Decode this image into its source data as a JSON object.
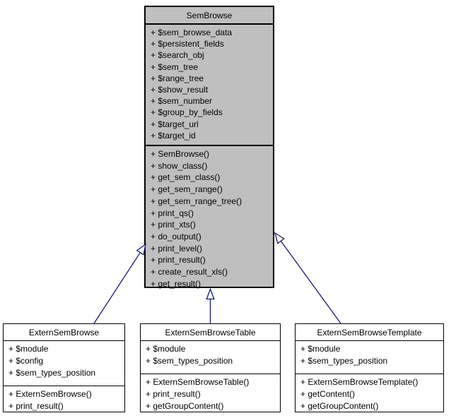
{
  "diagram": {
    "type": "uml-class-inheritance",
    "relation": "generalization",
    "colors": {
      "arrow": "#191970",
      "parent_fill": "#bfbfbf",
      "child_fill": "#ffffff",
      "border": "#000000",
      "background": "#ffffff"
    }
  },
  "classes": [
    {
      "name": "SemBrowse",
      "role": "parent",
      "fields": [
        "+ $sem_browse_data",
        "+ $persistent_fields",
        "+ $search_obj",
        "+ $sem_tree",
        "+ $range_tree",
        "+ $show_result",
        "+ $sem_number",
        "+ $group_by_fields",
        "+ $target_url",
        "+ $target_id"
      ],
      "methods": [
        "+ SemBrowse()",
        "+ show_class()",
        "+ get_sem_class()",
        "+ get_sem_range()",
        "+ get_sem_range_tree()",
        "+ print_qs()",
        "+ print_xts()",
        "+ do_output()",
        "+ print_level()",
        "+ print_result()",
        "+ create_result_xls()",
        "+ get_result()"
      ]
    },
    {
      "name": "ExternSemBrowse",
      "role": "child",
      "fields": [
        "+ $module",
        "+ $config",
        "+ $sem_types_position"
      ],
      "methods": [
        "+ ExternSemBrowse()",
        "+ print_result()"
      ]
    },
    {
      "name": "ExternSemBrowseTable",
      "role": "child",
      "fields": [
        "+ $module",
        "+ $sem_types_position"
      ],
      "methods": [
        "+ ExternSemBrowseTable()",
        "+ print_result()",
        "+ getGroupContent()"
      ]
    },
    {
      "name": "ExternSemBrowseTemplate",
      "role": "child",
      "fields": [
        "+ $module",
        "+ $sem_types_position"
      ],
      "methods": [
        "+ ExternSemBrowseTemplate()",
        "+ getContent()",
        "+ getGroupContent()"
      ]
    }
  ]
}
